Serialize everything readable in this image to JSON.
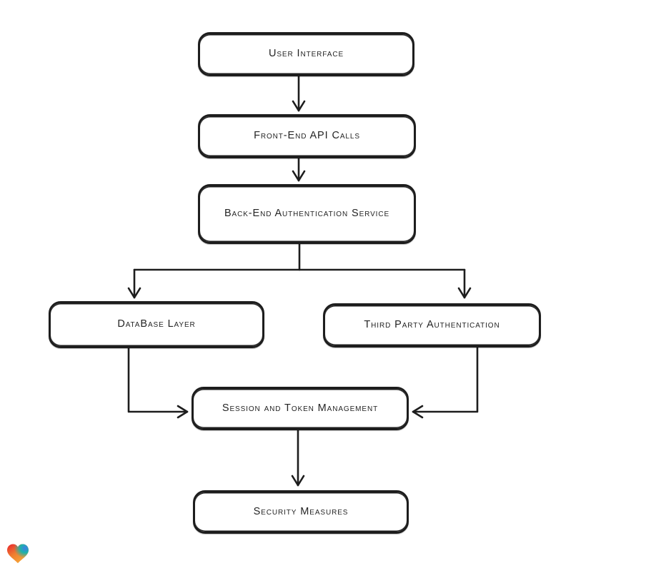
{
  "diagram": {
    "type": "flowchart",
    "nodes": [
      {
        "id": "user-interface",
        "label": "User Interface"
      },
      {
        "id": "front-end-api-calls",
        "label": "Front-End API Calls"
      },
      {
        "id": "back-end-authentication-service",
        "label": "Back-End Authentication Service"
      },
      {
        "id": "database-layer",
        "label": "DataBase Layer"
      },
      {
        "id": "third-party-authentication",
        "label": "Third Party Authentication"
      },
      {
        "id": "session-and-token-management",
        "label": "Session and Token Management"
      },
      {
        "id": "security-measures",
        "label": "Security Measures"
      }
    ],
    "edges": [
      {
        "from": "user-interface",
        "to": "front-end-api-calls"
      },
      {
        "from": "front-end-api-calls",
        "to": "back-end-authentication-service"
      },
      {
        "from": "back-end-authentication-service",
        "to": "database-layer"
      },
      {
        "from": "back-end-authentication-service",
        "to": "third-party-authentication"
      },
      {
        "from": "database-layer",
        "to": "session-and-token-management"
      },
      {
        "from": "third-party-authentication",
        "to": "session-and-token-management"
      },
      {
        "from": "session-and-token-management",
        "to": "security-measures"
      }
    ],
    "colors": {
      "stroke": "#1d1d1d",
      "node_fill": "#ffffff",
      "background": "#ffffff",
      "logo_red": "#e8232e",
      "logo_orange": "#f6a938",
      "logo_teal": "#1cb3a9",
      "logo_blue": "#3f7de8"
    }
  }
}
